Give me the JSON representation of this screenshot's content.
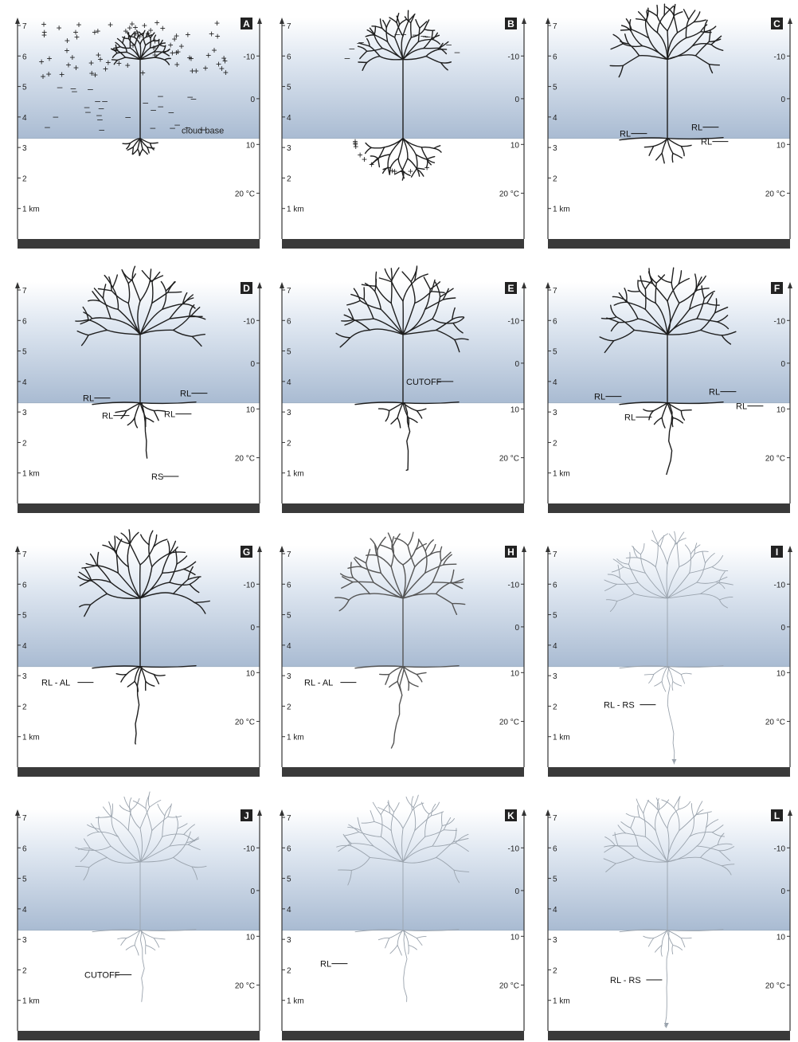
{
  "figure": {
    "cloud_base_label": "cloud base",
    "altitude_ticks": [
      "7",
      "6",
      "5",
      "4",
      "3",
      "2",
      "1 km"
    ],
    "temperature_ticks": [
      "-10",
      "0",
      "10",
      "20 °C"
    ]
  },
  "panels": [
    {
      "letter": "A",
      "stage": "charge",
      "labels": [
        "cloud base"
      ]
    },
    {
      "letter": "B",
      "stage": "bidirectional",
      "labels": []
    },
    {
      "letter": "C",
      "stage": "recoil",
      "labels": [
        "RL",
        "RL",
        "RL"
      ]
    },
    {
      "letter": "D",
      "stage": "recoil",
      "labels": [
        "RL",
        "RL",
        "RL",
        "RL",
        "RS"
      ]
    },
    {
      "letter": "E",
      "stage": "cutoff",
      "labels": [
        "CUTOFF"
      ]
    },
    {
      "letter": "F",
      "stage": "recoil",
      "labels": [
        "RL",
        "RL",
        "RL",
        "RL"
      ]
    },
    {
      "letter": "G",
      "stage": "attempted",
      "labels": [
        "RL - AL"
      ]
    },
    {
      "letter": "H",
      "stage": "attempted",
      "labels": [
        "RL - AL"
      ]
    },
    {
      "letter": "I",
      "stage": "return",
      "labels": [
        "RL - RS"
      ]
    },
    {
      "letter": "J",
      "stage": "cutoff",
      "labels": [
        "CUTOFF"
      ]
    },
    {
      "letter": "K",
      "stage": "recoil",
      "labels": [
        "RL"
      ]
    },
    {
      "letter": "L",
      "stage": "return",
      "labels": [
        "RL - RS"
      ]
    }
  ],
  "colors": {
    "cloud_top": "#ffffff",
    "cloud_mid": "#d6e0ec",
    "cloud_bottom": "#aebfd4",
    "ground": "#3a3a3a",
    "ink": "#1e1e1e",
    "faded_ink": "#9aa3ad"
  }
}
